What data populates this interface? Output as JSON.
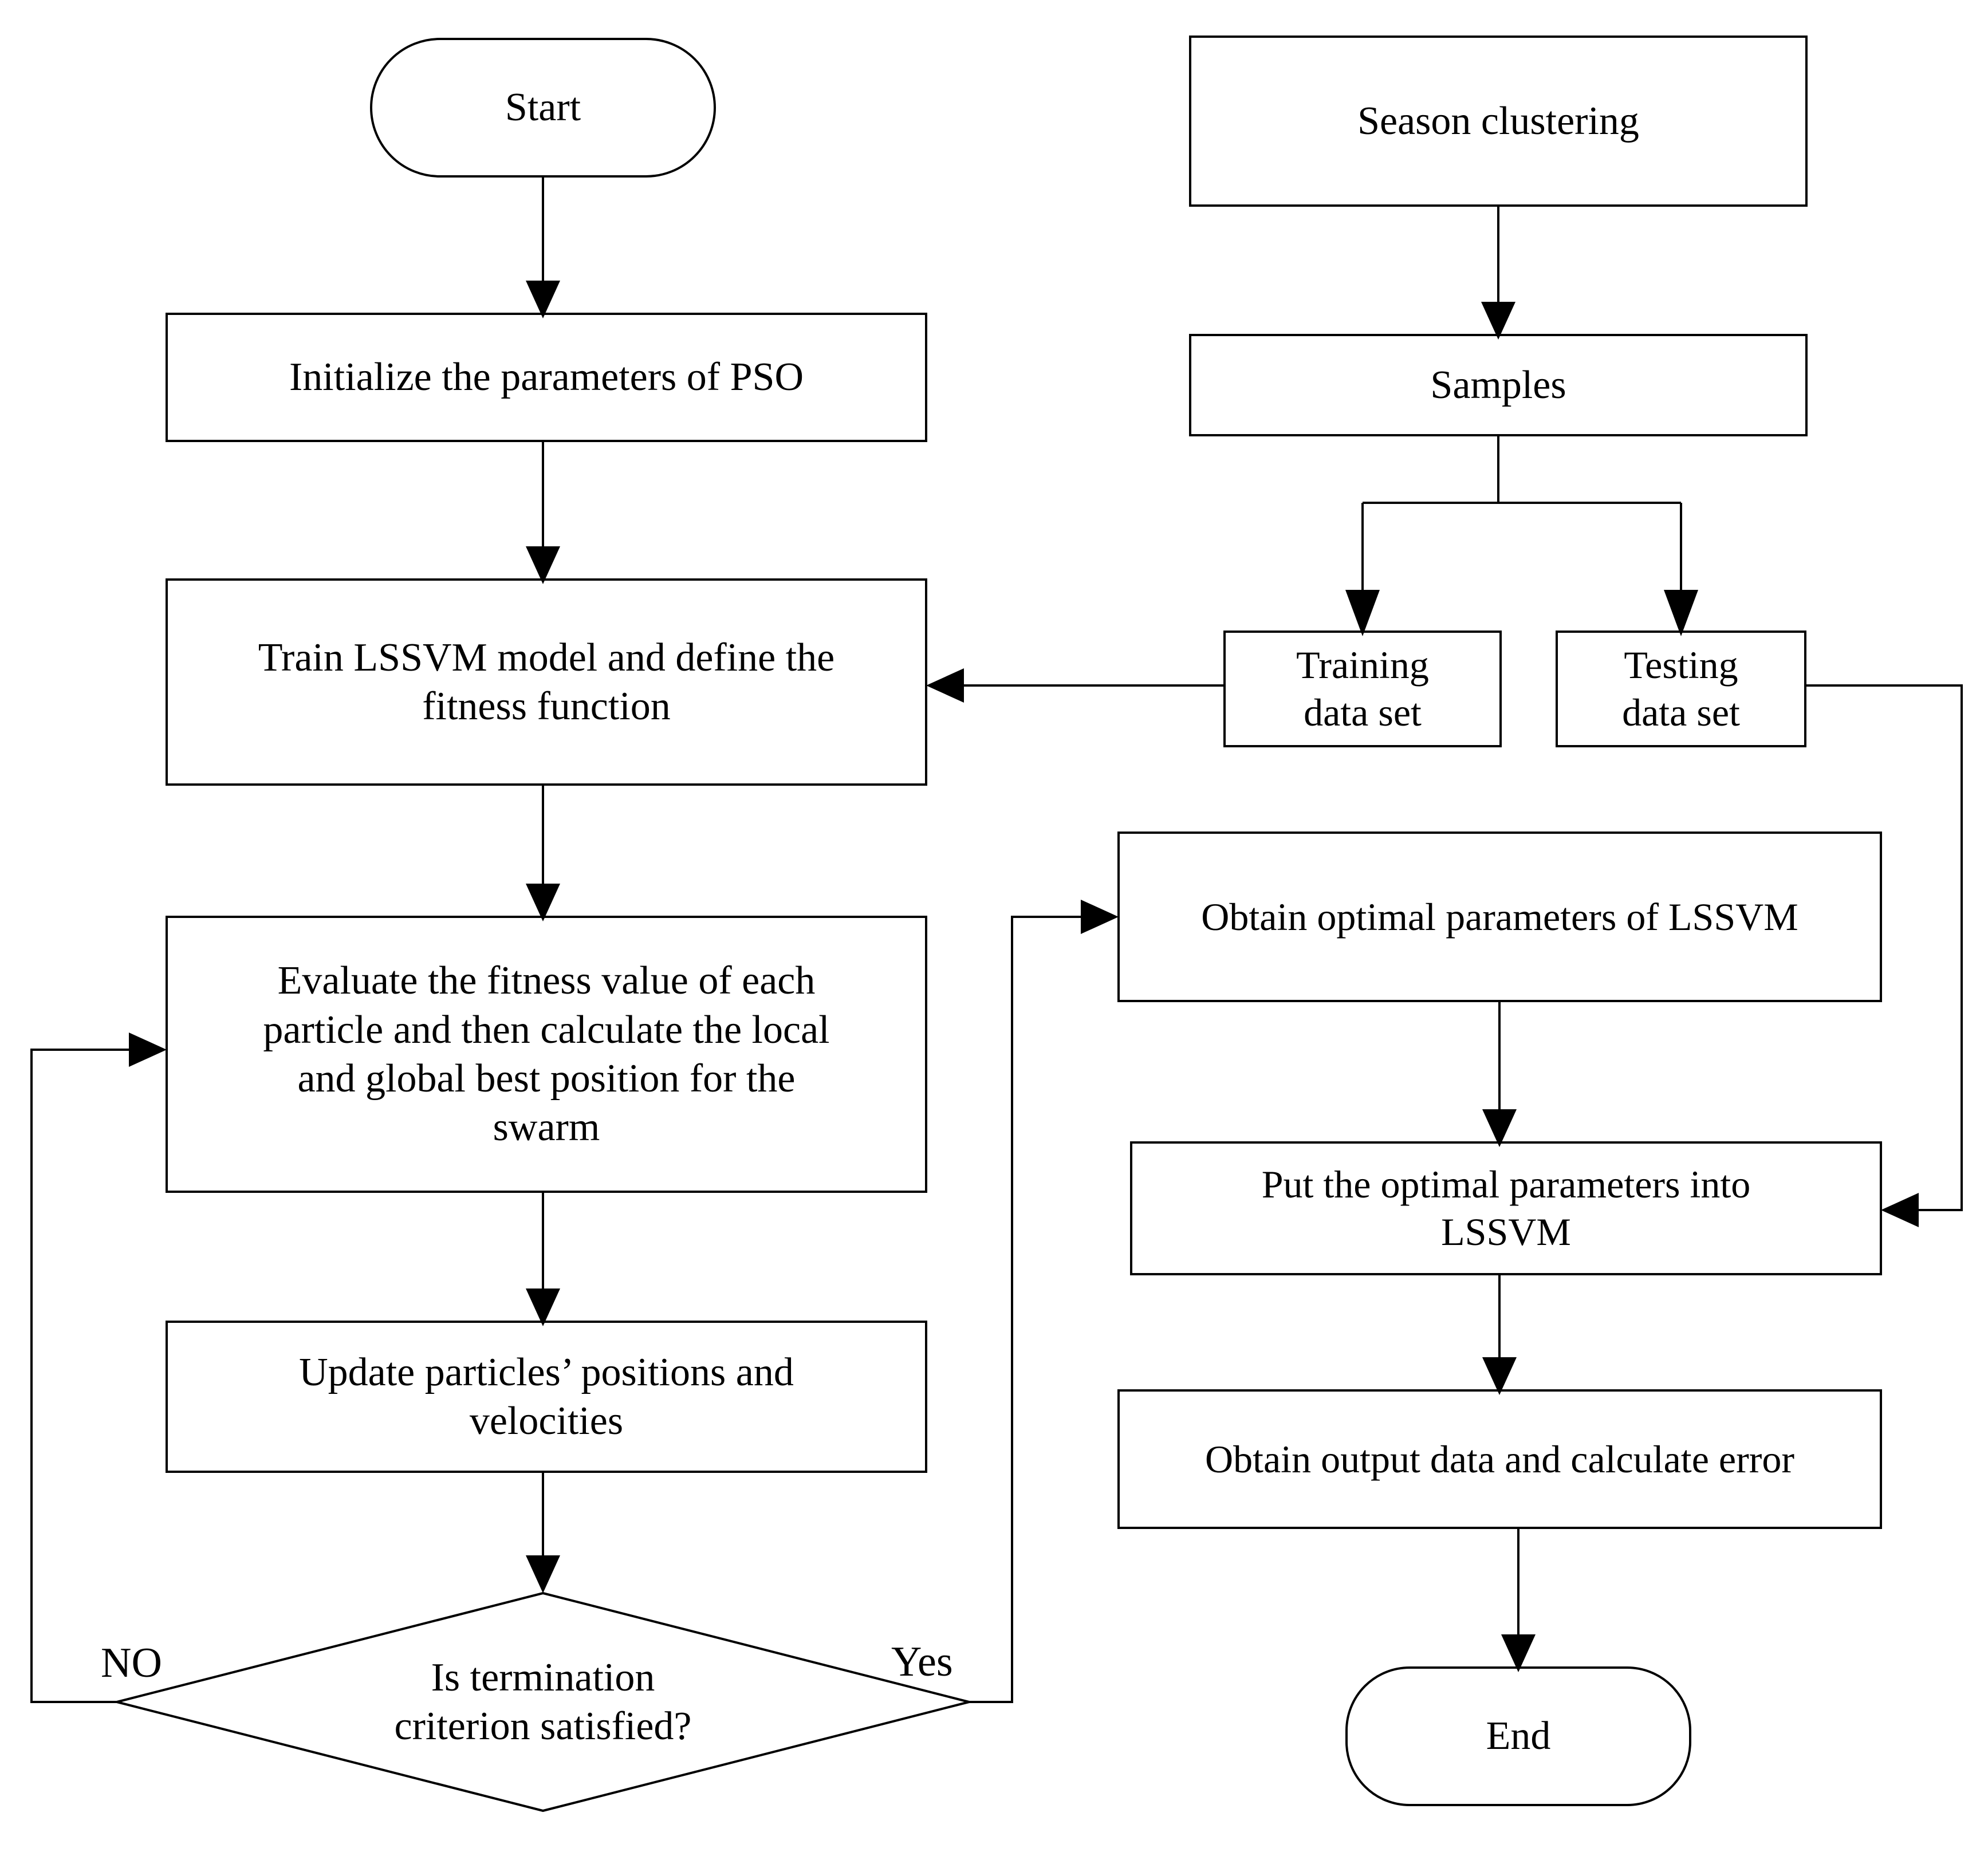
{
  "diagram": {
    "type": "flowchart",
    "title_visible": false,
    "background_color": "#ffffff",
    "stroke_color": "#000000",
    "text_color": "#000000",
    "nodes": [
      {
        "id": "start",
        "shape": "stadium",
        "label": "Start"
      },
      {
        "id": "init_pso",
        "shape": "rectangle",
        "label": "Initialize the parameters of PSO"
      },
      {
        "id": "train_lssvm",
        "shape": "rectangle",
        "label": "Train LSSVM model and define the\nfitness function"
      },
      {
        "id": "evaluate",
        "shape": "rectangle",
        "label": "Evaluate the fitness value of each\nparticle and then calculate the local\nand global best position for the\nswarm"
      },
      {
        "id": "update",
        "shape": "rectangle",
        "label": "Update particles’  positions and\nvelocities"
      },
      {
        "id": "decision",
        "shape": "diamond",
        "label": "Is termination\ncriterion satisfied?"
      },
      {
        "id": "season",
        "shape": "rectangle",
        "label": "Season clustering"
      },
      {
        "id": "samples",
        "shape": "rectangle",
        "label": "Samples"
      },
      {
        "id": "training",
        "shape": "rectangle",
        "label": "Training\ndata set"
      },
      {
        "id": "testing",
        "shape": "rectangle",
        "label": "Testing\ndata set"
      },
      {
        "id": "obtain_param",
        "shape": "rectangle",
        "label": "Obtain optimal parameters of LSSVM"
      },
      {
        "id": "put_param",
        "shape": "rectangle",
        "label": "Put the optimal parameters into\nLSSVM"
      },
      {
        "id": "obtain_out",
        "shape": "rectangle",
        "label": "Obtain output data and calculate error"
      },
      {
        "id": "end",
        "shape": "stadium",
        "label": "End"
      }
    ],
    "edges": [
      {
        "from": "start",
        "to": "init_pso",
        "label": ""
      },
      {
        "from": "init_pso",
        "to": "train_lssvm",
        "label": ""
      },
      {
        "from": "train_lssvm",
        "to": "evaluate",
        "label": ""
      },
      {
        "from": "evaluate",
        "to": "update",
        "label": ""
      },
      {
        "from": "update",
        "to": "decision",
        "label": ""
      },
      {
        "from": "decision",
        "to": "evaluate",
        "label": "NO"
      },
      {
        "from": "decision",
        "to": "obtain_param",
        "label": "Yes"
      },
      {
        "from": "season",
        "to": "samples",
        "label": ""
      },
      {
        "from": "samples",
        "to": "training",
        "label": ""
      },
      {
        "from": "samples",
        "to": "testing",
        "label": ""
      },
      {
        "from": "training",
        "to": "train_lssvm",
        "label": ""
      },
      {
        "from": "testing",
        "to": "put_param",
        "label": ""
      },
      {
        "from": "obtain_param",
        "to": "put_param",
        "label": ""
      },
      {
        "from": "put_param",
        "to": "obtain_out",
        "label": ""
      },
      {
        "from": "obtain_out",
        "to": "end",
        "label": ""
      }
    ],
    "edge_labels": {
      "no": "NO",
      "yes": "Yes"
    }
  }
}
